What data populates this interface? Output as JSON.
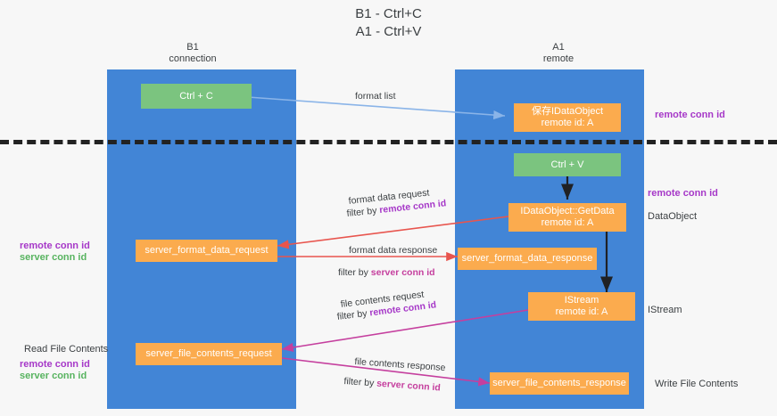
{
  "title": "B1 - Ctrl+C\nA1 - Ctrl+V",
  "columns": {
    "left": "B1\nconnection",
    "right": "A1\nremote"
  },
  "colors": {
    "lane": "#4285d6",
    "green_node": "#7bc47f",
    "orange_node": "#fbab4e",
    "remote_conn_id": "#a638c8",
    "server_conn_id": "#57b35f",
    "server_conn_id_pink": "#c53f9e",
    "arrow_format_list": "#8ab4e8",
    "arrow_format_data": "#e8554e",
    "arrow_file_contents": "#c53f9e",
    "arrow_black": "#202124",
    "divider": "#222222",
    "background": "#f7f7f7",
    "text": "#3c4043"
  },
  "nodes": {
    "ctrl_c": "Ctrl + C",
    "ctrl_v": "Ctrl + V",
    "save_idataobject": "保存IDataObject\nremote id: A",
    "getdata": "IDataObject::GetData\nremote id: A",
    "server_format_data_request": "server_format_data_request",
    "server_format_data_response": "server_format_data_response",
    "istream": "IStream\nremote id: A",
    "server_file_contents_request": "server_file_contents_request",
    "server_file_contents_response": "server_file_contents_response"
  },
  "edge_labels": {
    "format_list": "format list",
    "format_data_request": "format data request",
    "format_data_request_filter_prefix": "filter by ",
    "format_data_request_filter_key": "remote conn id",
    "format_data_response": "format data response",
    "format_data_response_filter_prefix": "filter by ",
    "format_data_response_filter_key": "server conn id",
    "file_contents_request": "file contents request",
    "file_contents_request_filter_prefix": "filter by ",
    "file_contents_request_filter_key": "remote conn id",
    "file_contents_response": "file contents response",
    "file_contents_response_filter_prefix": "filter by ",
    "file_contents_response_filter_key": "server conn id"
  },
  "side_notes": {
    "right_remote_conn_id_top": "remote conn id",
    "right_remote_conn_id_mid": "remote conn id",
    "right_dataobject": "DataObject",
    "right_istream": "IStream",
    "right_write_file_contents": "Write File Contents",
    "left_remote_conn_id": "remote conn id",
    "left_server_conn_id": "server conn id",
    "left_read_file_contents": "Read File Contents",
    "left_remote_conn_id_2": "remote conn id",
    "left_server_conn_id_2": "server conn id"
  }
}
